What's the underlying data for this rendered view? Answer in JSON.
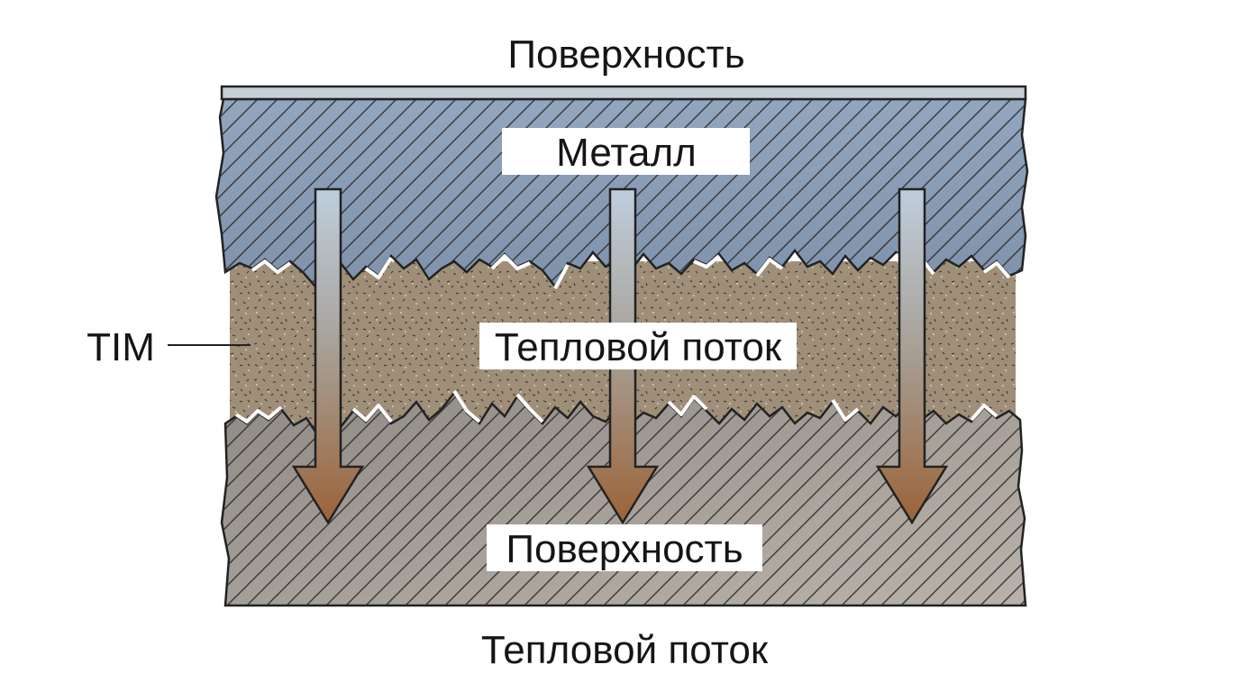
{
  "labels": {
    "top_surface": "Поверхность",
    "metal": "Металл",
    "tim": "TIM",
    "heat_flow_center": "Тепловой поток",
    "bottom_surface": "Поверхность",
    "heat_flow_bottom": "Тепловой поток"
  },
  "colors": {
    "metal_top": "#8ea0b8",
    "metal_bottom": "#9c968f",
    "tim_fill": "#a0907a",
    "arrow_top": "#b9c8d8",
    "arrow_bottom": "#a06a40",
    "outline": "#222222",
    "text": "#151515"
  },
  "heat_flow_arrows": 3
}
